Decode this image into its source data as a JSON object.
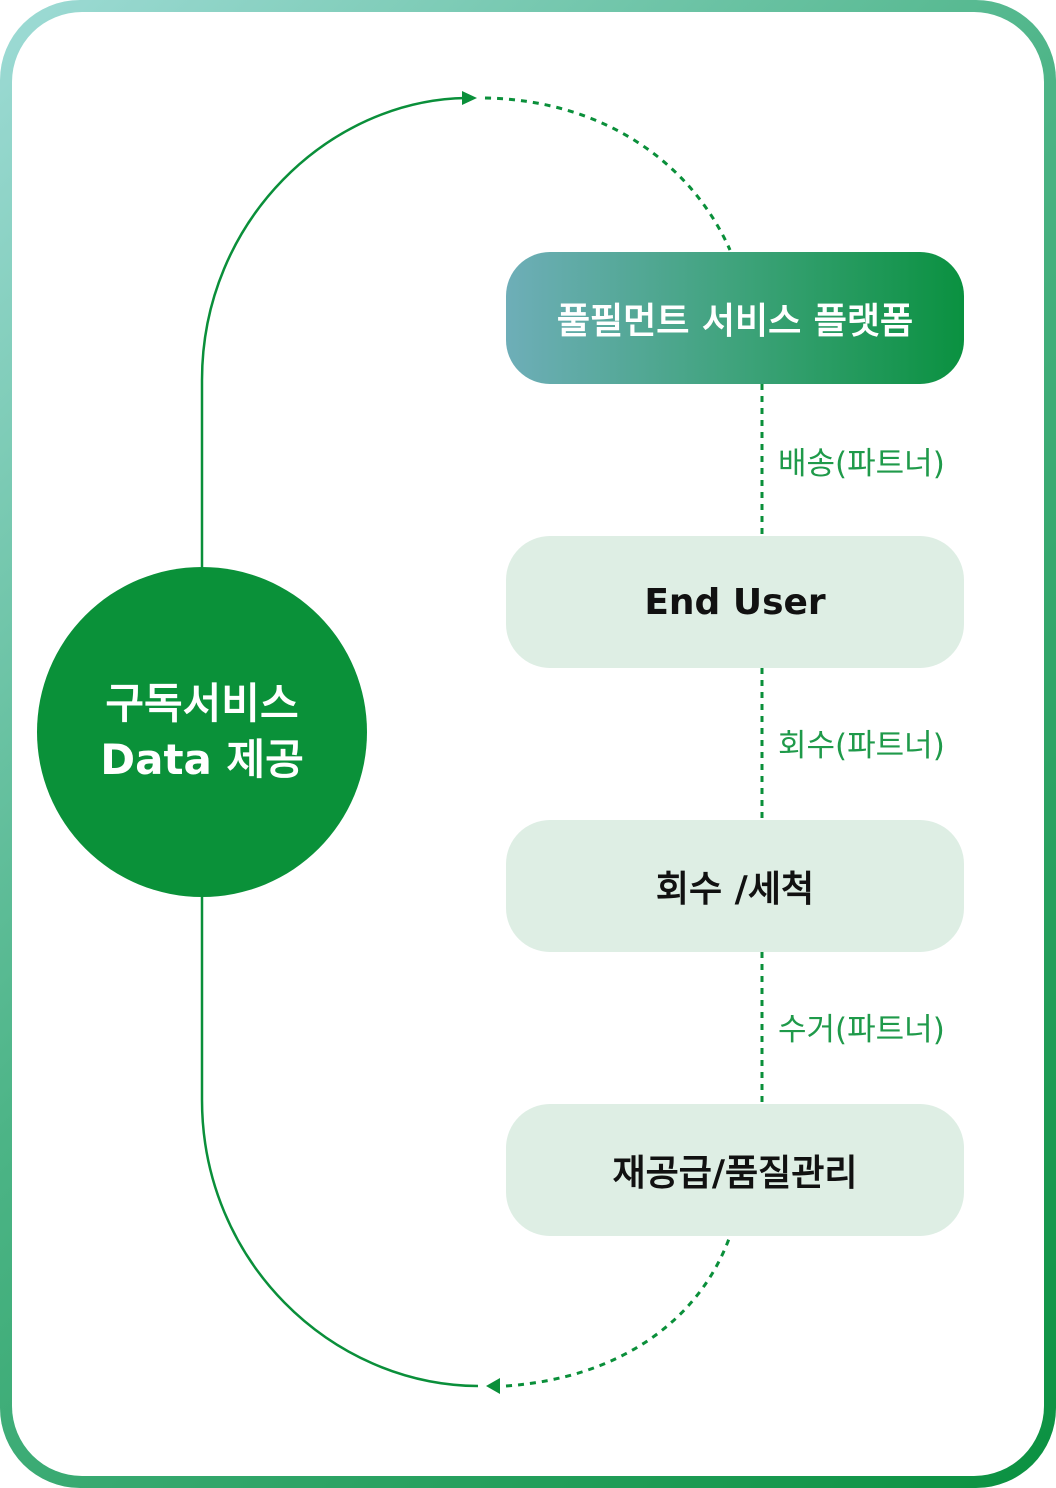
{
  "center": {
    "line1": "구독서비스",
    "line2": "Data 제공"
  },
  "steps": [
    {
      "label": "풀필먼트 서비스 플랫폼"
    },
    {
      "label": "End User"
    },
    {
      "label": "회수 /세척"
    },
    {
      "label": "재공급/품질관리"
    }
  ],
  "connectors": [
    {
      "label": "배송(파트너)"
    },
    {
      "label": "회수(파트너)"
    },
    {
      "label": "수거(파트너)"
    }
  ],
  "colors": {
    "accent": "#0a9139",
    "box_bg": "#deeee4",
    "label": "#1f9a4a"
  }
}
